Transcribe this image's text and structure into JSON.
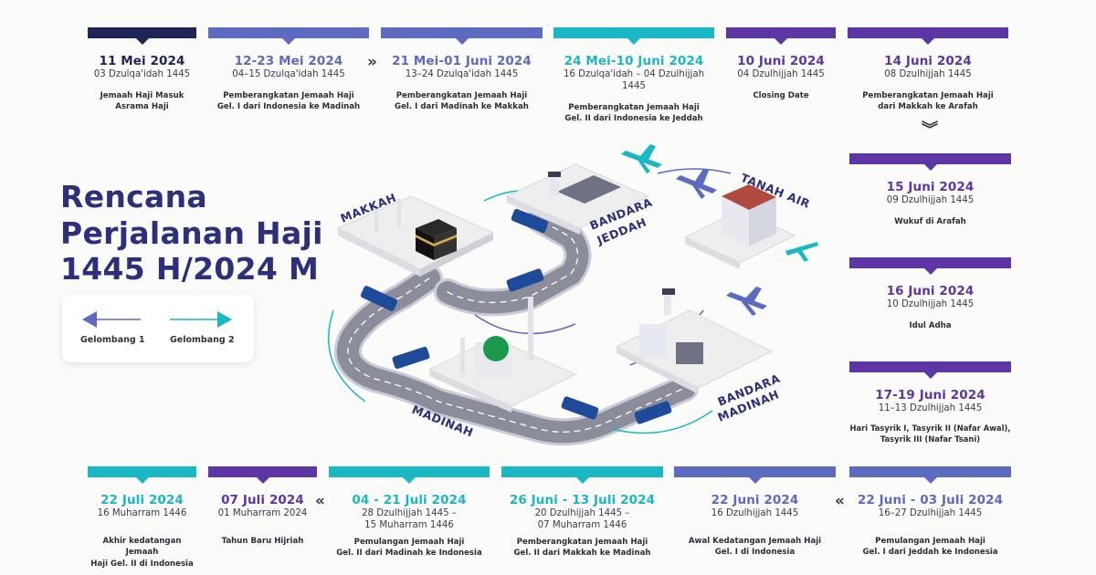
{
  "title": "Rencana\nPerjalanan Haji\n1445 H/2024 M",
  "legend": {
    "wave1_label": "Gelombang 1",
    "wave2_label": "Gelombang 2",
    "wave1_color": "#5c6bc0",
    "wave2_color": "#1ab7c4"
  },
  "places": {
    "makkah": "MAKKAH",
    "tanah_air": "TANAH AIR",
    "bandara_jeddah_1": "BANDARA",
    "bandara_jeddah_2": "JEDDAH",
    "madinah": "MADINAH",
    "bandara_madinah_1": "BANDARA",
    "bandara_madinah_2": "MADINAH"
  },
  "colors": {
    "navy": "#1e2456",
    "periwinkle": "#5c6bc0",
    "teal": "#1ab7c4",
    "purple": "#5e35a4"
  },
  "top_events": [
    {
      "date": "11 Mei 2024",
      "hijri": "03 Dzulqa'idah 1445",
      "desc": "Jemaah Haji Masuk\nAsrama Haji",
      "color": "#1e2456",
      "date_color": "#1e2456"
    },
    {
      "date": "12-23 Mei 2024",
      "hijri": "04–15 Dzulqa'idah 1445",
      "desc": "Pemberangkatan Jemaah Haji\nGel. I dari Indonesia ke Madinah",
      "color": "#5c6bc0",
      "date_color": "#5c6bc0"
    },
    {
      "date": "21 Mei-01 Juni 2024",
      "hijri": "13–24 Dzulqa'idah 1445",
      "desc": "Pemberangkatan Jemaah Haji\nGel. I dari Madinah ke Makkah",
      "color": "#5c6bc0",
      "date_color": "#5c6bc0"
    },
    {
      "date": "24 Mei-10 Juni 2024",
      "hijri": "16 Dzulqa'idah – 04 Dzulhijjah 1445",
      "desc": "Pemberangkatan Jemaah Haji\nGel. II dari Indonesia ke Jeddah",
      "color": "#1ab7c4",
      "date_color": "#1ab7c4"
    },
    {
      "date": "10 Juni 2024",
      "hijri": "04 Dzulhijjah 1445",
      "desc": "Closing Date",
      "color": "#5e35a4",
      "date_color": "#5e35a4"
    },
    {
      "date": "14 Juni 2024",
      "hijri": "08 Dzulhijjah 1445",
      "desc": "Pemberangkatan Jemaah Haji\ndari Makkah ke Arafah",
      "color": "#5e35a4",
      "date_color": "#5e35a4"
    }
  ],
  "right_events": [
    {
      "date": "15 Juni 2024",
      "hijri": "09 Dzulhijjah 1445",
      "desc": "Wukuf di Arafah",
      "color": "#5e35a4",
      "date_color": "#5e35a4"
    },
    {
      "date": "16 Juni 2024",
      "hijri": "10 Dzulhijjah 1445",
      "desc": "Idul Adha",
      "color": "#5e35a4",
      "date_color": "#5e35a4"
    },
    {
      "date": "17-19 Juni 2024",
      "hijri": "11–13 Dzulhijjah 1445",
      "desc": "Hari Tasyrik I, Tasyrik II (Nafar Awal),\nTasyrik III (Nafar Tsani)",
      "color": "#5e35a4",
      "date_color": "#5e35a4"
    }
  ],
  "bottom_events": [
    {
      "date": "22 Juli 2024",
      "hijri": "16 Muharram 1446",
      "desc": "Akhir kedatangan Jemaah\nHaji Gel. II di Indonesia",
      "color": "#1ab7c4",
      "date_color": "#1ab7c4"
    },
    {
      "date": "07 Juli 2024",
      "hijri": "01 Muharram 2024",
      "desc": "Tahun Baru Hijriah",
      "color": "#5e35a4",
      "date_color": "#5e35a4"
    },
    {
      "date": "04 - 21 Juli 2024",
      "hijri": "28 Dzulhijjah 1445 –\n15 Muharram 1446",
      "desc": "Pemulangan Jemaah Haji\nGel. II dari Madinah ke Indonesia",
      "color": "#1ab7c4",
      "date_color": "#1ab7c4"
    },
    {
      "date": "26 Juni - 13 Juli 2024",
      "hijri": "20 Dzulhijjah 1445 –\n07 Muharram 1446",
      "desc": "Pemberangkatan Jemaah Haji\nGel. II dari Makkah ke Madinah",
      "color": "#1ab7c4",
      "date_color": "#1ab7c4"
    },
    {
      "date": "22 Juni 2024",
      "hijri": "16 Dzulhijjah 1445",
      "desc": "Awal Kedatangan Jemaah Haji\nGel. I di Indonesia",
      "color": "#5c6bc0",
      "date_color": "#5c6bc0"
    },
    {
      "date": "22 Juni - 03 Juli 2024",
      "hijri": "16–27 Dzulhijjah 1445",
      "desc": "Pemulangan Jemaah Haji\nGel. I dari Jeddah ke Indonesia",
      "color": "#5c6bc0",
      "date_color": "#5c6bc0"
    }
  ],
  "separators": {
    "right_chevrons": "»",
    "down_chevrons": "︾",
    "left_chevrons": "«"
  }
}
